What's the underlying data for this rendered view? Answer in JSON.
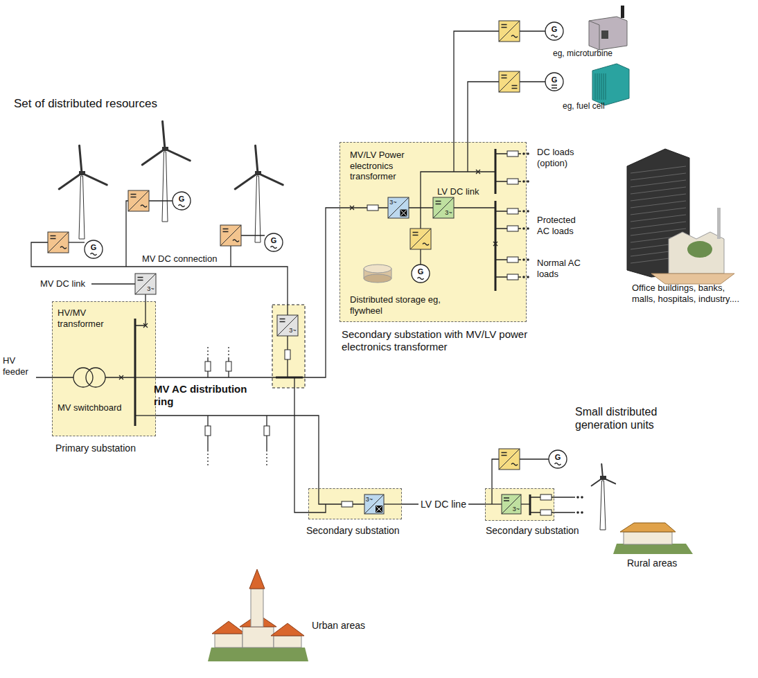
{
  "diagram": {
    "nodes": [
      {
        "text": [
          "MV/LV Power electronics transformer",
          "LV DC link",
          "Distributed storage eg, flywheel",
          "Secondary substation with MV/LV power electronics transformer"
        ]
      },
      {
        "text": [
          "HV/MV transformer",
          "MV switchboard",
          "Primary substation"
        ]
      },
      {
        "text": [
          "Secondary substation"
        ]
      },
      {
        "text": [
          "Secondary substation"
        ]
      }
    ],
    "edges": [
      {
        "from": 1,
        "to": 0,
        "arrow": "none"
      },
      {
        "from": 1,
        "to": 2,
        "arrow": "none"
      },
      {
        "from": 2,
        "to": 3,
        "label": "LV DC line",
        "arrow": "none"
      }
    ],
    "labels": [
      "Set of distributed resources",
      "MV DC connection",
      "MV DC link",
      "HV feeder",
      "MV AC distribution ring",
      "Urban areas",
      "eg, microturbine",
      "eg, fuel cell",
      "DC loads (option)",
      "Protected AC loads",
      "Normal AC loads",
      "Office buildings, banks, malls, hospitals, industry....",
      "Small distributed generation units",
      "Rural areas",
      "G",
      "G",
      "G",
      "G",
      "G",
      "G",
      "G",
      "3~",
      "3~",
      "3~",
      "3~",
      "3~",
      "3~"
    ]
  }
}
